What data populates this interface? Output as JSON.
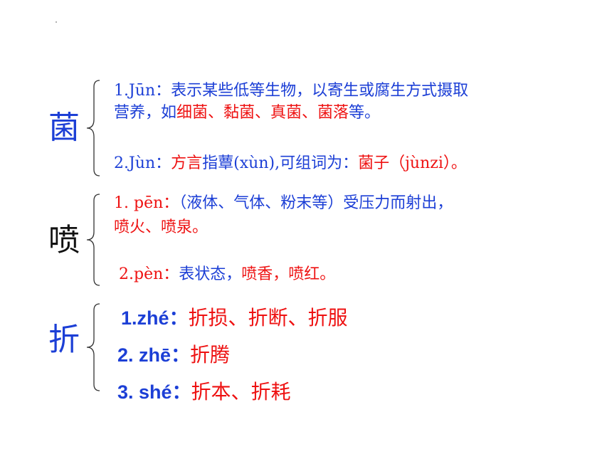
{
  "colors": {
    "blue": "#1c3fd6",
    "red": "#ee1111",
    "black": "#111111",
    "brace": "#333333"
  },
  "entries": [
    {
      "head": "菌",
      "line1": {
        "a": "1.Jūn：表示某些低等生物，以寄生或腐生方式摄取"
      },
      "line2": {
        "a": "营养，如",
        "b": "细菌、黏菌、真菌、菌落",
        "c": "等。"
      },
      "line3": {
        "a": "2.Jùn：",
        "b": "方言",
        "c": "指蕈(xùn),可组词为：",
        "d": "菌子（jùnzi）。"
      }
    },
    {
      "head": "喷",
      "line1": {
        "a": "1. pēn：",
        "b": "（液体、气体、粉末等）受压力而射出，"
      },
      "line2": {
        "a": "喷火、喷泉。"
      },
      "line3": {
        "a": "2.pèn：",
        "b": "表状态，",
        "c": "喷香，喷红。"
      }
    },
    {
      "head": "折",
      "items": [
        {
          "pinyin": "1.zhé：",
          "words": "折损、折断、折服"
        },
        {
          "pinyin": "2. zhē：",
          "words": "折腾"
        },
        {
          "pinyin": "3. shé：",
          "words": "折本、折耗"
        }
      ]
    }
  ]
}
